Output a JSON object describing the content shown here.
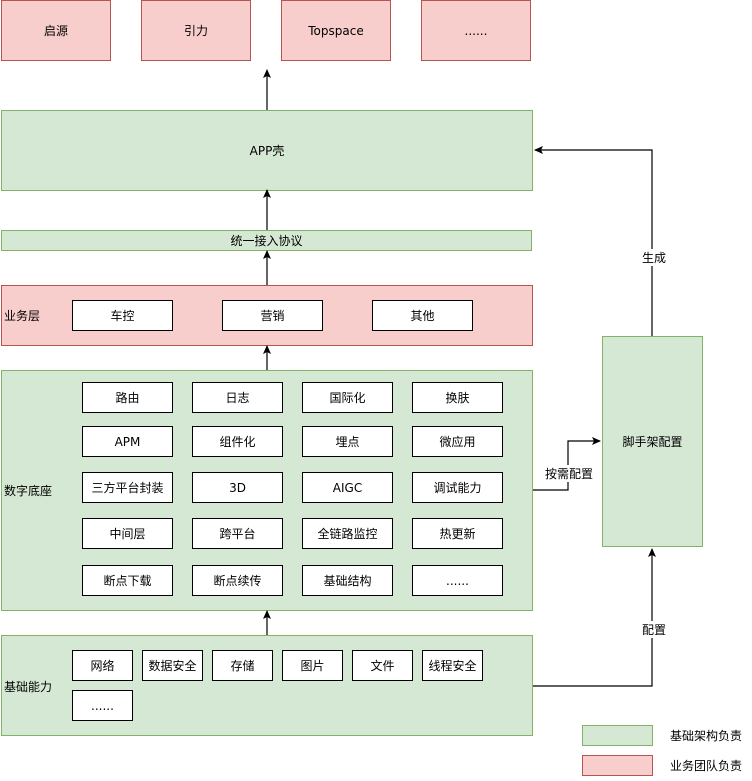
{
  "top_boxes": [
    "启源",
    "引力",
    "Topspace",
    "......"
  ],
  "app_shell": "APP壳",
  "protocol": "统一接入协议",
  "business": {
    "title": "业务层",
    "items": [
      "车控",
      "营销",
      "其他"
    ]
  },
  "digital": {
    "title": "数字底座",
    "rows": [
      [
        "路由",
        "日志",
        "国际化",
        "换肤"
      ],
      [
        "APM",
        "组件化",
        "埋点",
        "微应用"
      ],
      [
        "三方平台封装",
        "3D",
        "AIGC",
        "调试能力"
      ],
      [
        "中间层",
        "跨平台",
        "全链路监控",
        "热更新"
      ],
      [
        "断点下载",
        "断点续传",
        "基础结构",
        "......"
      ]
    ]
  },
  "base": {
    "title": "基础能力",
    "row1": [
      "网络",
      "数据安全",
      "存储",
      "图片",
      "文件",
      "线程安全"
    ],
    "row2": [
      "......"
    ]
  },
  "scaffold": "脚手架配置",
  "edge_labels": {
    "on_demand": "按需配置",
    "generate": "生成",
    "config": "配置"
  },
  "legend": {
    "infra": "基础架构负责",
    "business": "业务团队负责"
  },
  "colors": {
    "pink_fill": "#f8cecc",
    "pink_stroke": "#b85450",
    "green_fill": "#d5e8d4",
    "green_stroke": "#82b366"
  }
}
